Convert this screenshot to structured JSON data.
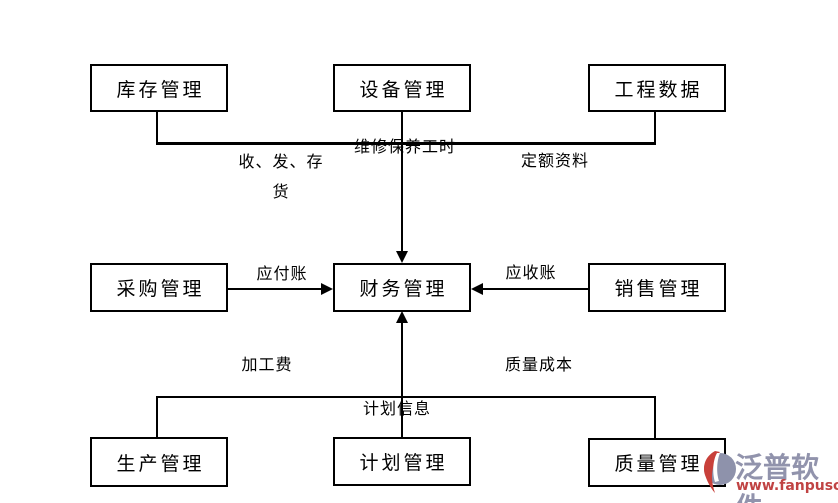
{
  "diagram": {
    "nodes": [
      {
        "id": "inventory",
        "label": "库存管理"
      },
      {
        "id": "equipment",
        "label": "设备管理"
      },
      {
        "id": "engineering",
        "label": "工程数据"
      },
      {
        "id": "purchasing",
        "label": "采购管理"
      },
      {
        "id": "finance",
        "label": "财务管理"
      },
      {
        "id": "sales",
        "label": "销售管理"
      },
      {
        "id": "production",
        "label": "生产管理"
      },
      {
        "id": "planning",
        "label": "计划管理"
      },
      {
        "id": "quality",
        "label": "质量管理"
      }
    ],
    "edge_labels": {
      "inventory_to_finance": "收、发、存\n货",
      "equipment_to_finance": "维修保养工时",
      "engineering_to_finance": "定额资料",
      "purchasing_to_finance": "应付账",
      "sales_to_finance": "应收账",
      "production_to_finance": "加工费",
      "quality_to_finance": "质量成本",
      "planning_to_finance": "计划信息"
    },
    "line_color": "#000000",
    "background_color": "#ffffff"
  },
  "watermark": {
    "brand": "泛普软件",
    "url": "www.fanpusoft.com",
    "brand_color": "#9193ac",
    "url_color": "#c04343",
    "icon_gray": "#8e92ab",
    "icon_red": "#c8403a"
  }
}
